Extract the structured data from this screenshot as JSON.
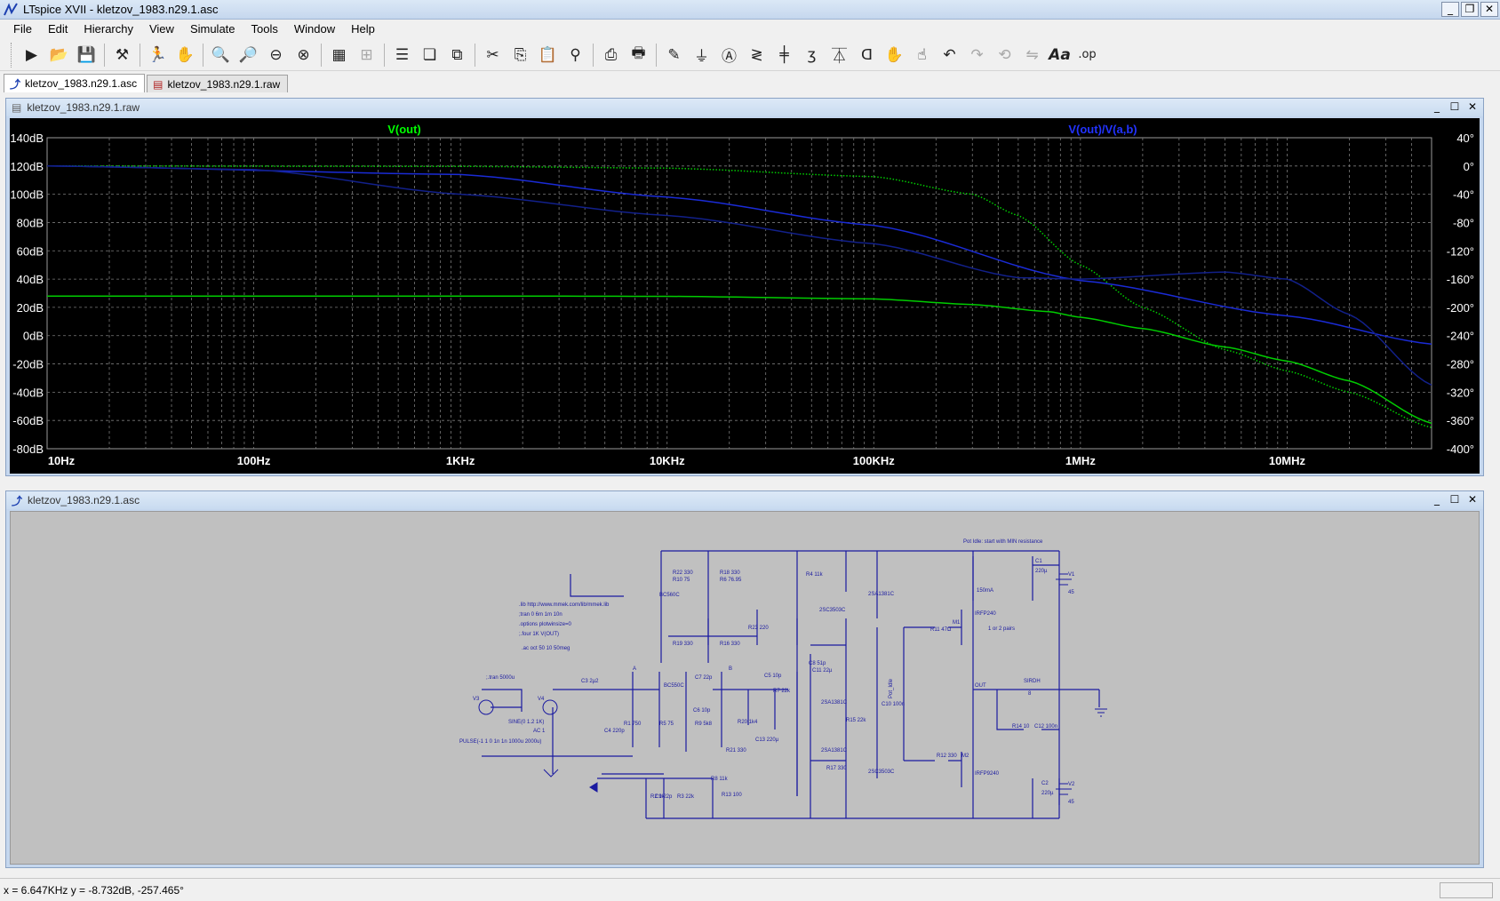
{
  "app": {
    "title": "LTspice XVII - kletzov_1983.n29.1.asc",
    "window_controls": [
      "_",
      "❐",
      "✕"
    ]
  },
  "menu": [
    {
      "label": "File"
    },
    {
      "label": "Edit"
    },
    {
      "label": "Hierarchy"
    },
    {
      "label": "View"
    },
    {
      "label": "Simulate"
    },
    {
      "label": "Tools"
    },
    {
      "label": "Window"
    },
    {
      "label": "Help"
    }
  ],
  "toolbar": {
    "icons": [
      "run-icon",
      "open-icon",
      "save-icon",
      "control-panel-icon",
      "halt-icon",
      "pan-icon",
      "zoom-in-icon",
      "zoom-fit-icon",
      "zoom-out-icon",
      "zoom-cancel-icon",
      "autorange-icon",
      "grid-icon",
      "tile-horizontal-icon",
      "cascade-icon",
      "tile-vertical-icon",
      "cut-icon",
      "copy-icon",
      "paste-icon",
      "find-icon",
      "print-icon",
      "print-setup-icon",
      "draw-wire-icon",
      "ground-icon",
      "label-net-icon",
      "resistor-icon",
      "capacitor-icon",
      "inductor-icon",
      "diode-icon",
      "component-icon",
      "move-icon",
      "drag-icon",
      "undo-icon",
      "redo-icon",
      "rotate-icon",
      "mirror-icon",
      "text-icon",
      "spice-directive-icon"
    ]
  },
  "tabs": [
    {
      "label": "kletzov_1983.n29.1.asc",
      "active": true
    },
    {
      "label": "kletzov_1983.n29.1.raw",
      "active": false
    }
  ],
  "plot_window": {
    "title": "kletzov_1983.n29.1.raw",
    "trace_labels": {
      "left": "V(out)",
      "right": "V(out)/V(a,b)"
    },
    "colors": {
      "left_trace": "#00ff00",
      "right_trace": "#0000ff",
      "background": "#000000",
      "text": "#ffffff"
    }
  },
  "chart_data": {
    "type": "line",
    "title": "",
    "xscale": "log",
    "xlim": [
      10,
      50000000
    ],
    "x_ticks": [
      "10Hz",
      "100Hz",
      "1KHz",
      "10KHz",
      "100KHz",
      "1MHz",
      "10MHz"
    ],
    "y_left_ticks": [
      "140dB",
      "120dB",
      "100dB",
      "80dB",
      "60dB",
      "40dB",
      "20dB",
      "0dB",
      "-20dB",
      "-40dB",
      "-60dB",
      "-80dB"
    ],
    "y_right_ticks": [
      "40°",
      "0°",
      "-40°",
      "-80°",
      "-120°",
      "-160°",
      "-200°",
      "-240°",
      "-280°",
      "-320°",
      "-360°",
      "-400°"
    ],
    "ylim_left": [
      -80,
      140
    ],
    "ylim_right": [
      -400,
      40
    ],
    "grid": true,
    "series": [
      {
        "name": "V(out)",
        "axis": "left",
        "style": "solid",
        "color": "#00cc00",
        "x": [
          10,
          1000,
          10000,
          100000,
          300000,
          700000,
          1000000,
          2000000,
          5000000,
          10000000,
          20000000,
          50000000
        ],
        "y": [
          28,
          28,
          27.8,
          26,
          22,
          17,
          13,
          5,
          -8,
          -18,
          -32,
          -62
        ]
      },
      {
        "name": "V(out)",
        "axis": "right",
        "style": "dotted",
        "color": "#00cc00",
        "x": [
          10,
          1000,
          10000,
          100000,
          300000,
          500000,
          1000000,
          2000000,
          5000000,
          10000000,
          20000000,
          50000000
        ],
        "y": [
          0,
          -0.5,
          -3,
          -15,
          -40,
          -70,
          -140,
          -200,
          -260,
          -290,
          -320,
          -370
        ]
      },
      {
        "name": "V(out)/V(a,b)",
        "axis": "left",
        "style": "solid",
        "color": "#1a2bd6",
        "x": [
          10,
          1000,
          10000,
          100000,
          1000000,
          10000000,
          50000000
        ],
        "y": [
          120,
          114,
          98,
          78,
          39,
          14,
          -6
        ]
      },
      {
        "name": "V(out)/V(a,b)",
        "axis": "right",
        "style": "solid",
        "color": "#12208a",
        "x": [
          10,
          100,
          1000,
          10000,
          100000,
          500000,
          1000000,
          5000000,
          10000000,
          20000000,
          50000000
        ],
        "y": [
          0,
          -5,
          -40,
          -70,
          -110,
          -158,
          -160,
          -150,
          -160,
          -210,
          -310
        ]
      }
    ]
  },
  "schematic_window": {
    "title": "kletzov_1983.n29.1.asc",
    "directives": [
      ".lib http://www.mmek.com/lib/mmek.lib",
      ";tran 0 6m 1m 10n",
      ".options plotwinsize=0",
      ";.four 1K V(OUT)",
      ".ac oct 50 10 50meg"
    ],
    "labels": {
      "note": "Pot Idle: start with MIN resistance",
      "idle_current": "150mA",
      "pairs": "1 or 2 pairs",
      "tran_note": ";.tran 5000u",
      "sine_source": "SINE(0 1.2 1K)",
      "ac_source": "AC 1",
      "pulse_source": "PULSE(-1 1 0 1n 1n 1000u 2000u)",
      "pot": "Pot_Idle",
      "out_net": "OUT",
      "a_net": "A",
      "b_net": "B",
      "v1": "V1",
      "v1_val": "45",
      "v2": "V2",
      "v2_val": "45",
      "v3": "V3",
      "v4": "V4",
      "load": "SIRDH",
      "load_val": "8",
      "m1": "M1",
      "m1_part": "IRFP240",
      "m2": "M2",
      "m2_part": "IRFP9240",
      "q16": "2SC3503C",
      "q23": "2SA1381C",
      "q24": "2SC3503C",
      "q26": "2SA1381C",
      "q27": "2SA1381C",
      "bc560c": "BC560C",
      "bc550c": "BC550C",
      "c1": "C1",
      "c1_val": "220µ",
      "c2": "C2",
      "c2_val": "220µ",
      "r_labels": [
        "R22 330",
        "R18 330",
        "R19 330",
        "R5 75",
        "R16 330",
        "R23 220",
        "R7 22k",
        "R11 47Ω",
        "R15 22k",
        "R17 330",
        "R20 1k4",
        "R21 330",
        "R13 100",
        "R12 330",
        "R14 10",
        "C12 100n",
        "C10 100n",
        "C13 220µ",
        "C3 2µ2",
        "C4 220p",
        "C5 10p",
        "C6 10p",
        "C7 22p",
        "C8 51p",
        "C9 22p",
        "C11 22µ",
        "R1 750",
        "R2 1k",
        "R3 22k",
        "R4 11k",
        "R8 11k",
        "R9 5k8",
        "R10 75",
        "R6 76.95"
      ]
    }
  },
  "status": {
    "readout": "x = 6.647KHz    y = -8.732dB, -257.465°"
  }
}
